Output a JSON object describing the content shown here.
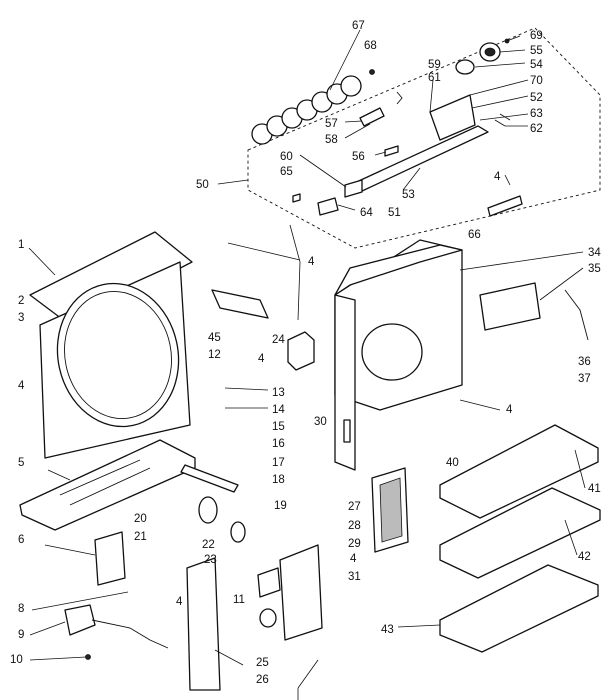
{
  "title": "",
  "labels": [
    {
      "id": "67",
      "text": "67"
    },
    {
      "id": "68",
      "text": "68"
    },
    {
      "id": "69",
      "text": "69"
    },
    {
      "id": "55",
      "text": "55"
    },
    {
      "id": "54",
      "text": "54"
    },
    {
      "id": "59",
      "text": "59"
    },
    {
      "id": "61",
      "text": "61"
    },
    {
      "id": "70",
      "text": "70"
    },
    {
      "id": "52",
      "text": "52"
    },
    {
      "id": "57",
      "text": "57"
    },
    {
      "id": "63",
      "text": "63"
    },
    {
      "id": "62",
      "text": "62"
    },
    {
      "id": "58",
      "text": "58"
    },
    {
      "id": "60",
      "text": "60"
    },
    {
      "id": "56",
      "text": "56"
    },
    {
      "id": "65",
      "text": "65"
    },
    {
      "id": "53",
      "text": "53"
    },
    {
      "id": "50",
      "text": "50"
    },
    {
      "id": "51",
      "text": "51"
    },
    {
      "id": "64",
      "text": "64"
    },
    {
      "id": "4a",
      "text": "4"
    },
    {
      "id": "66",
      "text": "66"
    },
    {
      "id": "1",
      "text": "1"
    },
    {
      "id": "4b",
      "text": "4"
    },
    {
      "id": "34",
      "text": "34"
    },
    {
      "id": "35",
      "text": "35"
    },
    {
      "id": "2",
      "text": "2"
    },
    {
      "id": "3",
      "text": "3"
    },
    {
      "id": "45",
      "text": "45"
    },
    {
      "id": "12",
      "text": "12"
    },
    {
      "id": "24",
      "text": "24"
    },
    {
      "id": "36",
      "text": "36"
    },
    {
      "id": "37",
      "text": "37"
    },
    {
      "id": "4c",
      "text": "4"
    },
    {
      "id": "4d",
      "text": "4"
    },
    {
      "id": "13",
      "text": "13"
    },
    {
      "id": "14",
      "text": "14"
    },
    {
      "id": "4e",
      "text": "4"
    },
    {
      "id": "30",
      "text": "30"
    },
    {
      "id": "15",
      "text": "15"
    },
    {
      "id": "16",
      "text": "16"
    },
    {
      "id": "5",
      "text": "5"
    },
    {
      "id": "17",
      "text": "17"
    },
    {
      "id": "40",
      "text": "40"
    },
    {
      "id": "18",
      "text": "18"
    },
    {
      "id": "41",
      "text": "41"
    },
    {
      "id": "19",
      "text": "19"
    },
    {
      "id": "20",
      "text": "20"
    },
    {
      "id": "27",
      "text": "27"
    },
    {
      "id": "28",
      "text": "28"
    },
    {
      "id": "6",
      "text": "6"
    },
    {
      "id": "21",
      "text": "21"
    },
    {
      "id": "29",
      "text": "29"
    },
    {
      "id": "22",
      "text": "22"
    },
    {
      "id": "4f",
      "text": "4"
    },
    {
      "id": "42",
      "text": "42"
    },
    {
      "id": "23",
      "text": "23"
    },
    {
      "id": "31",
      "text": "31"
    },
    {
      "id": "8",
      "text": "8"
    },
    {
      "id": "4g",
      "text": "4"
    },
    {
      "id": "11",
      "text": "11"
    },
    {
      "id": "9",
      "text": "9"
    },
    {
      "id": "43",
      "text": "43"
    },
    {
      "id": "10",
      "text": "10"
    },
    {
      "id": "25",
      "text": "25"
    },
    {
      "id": "26",
      "text": "26"
    }
  ]
}
